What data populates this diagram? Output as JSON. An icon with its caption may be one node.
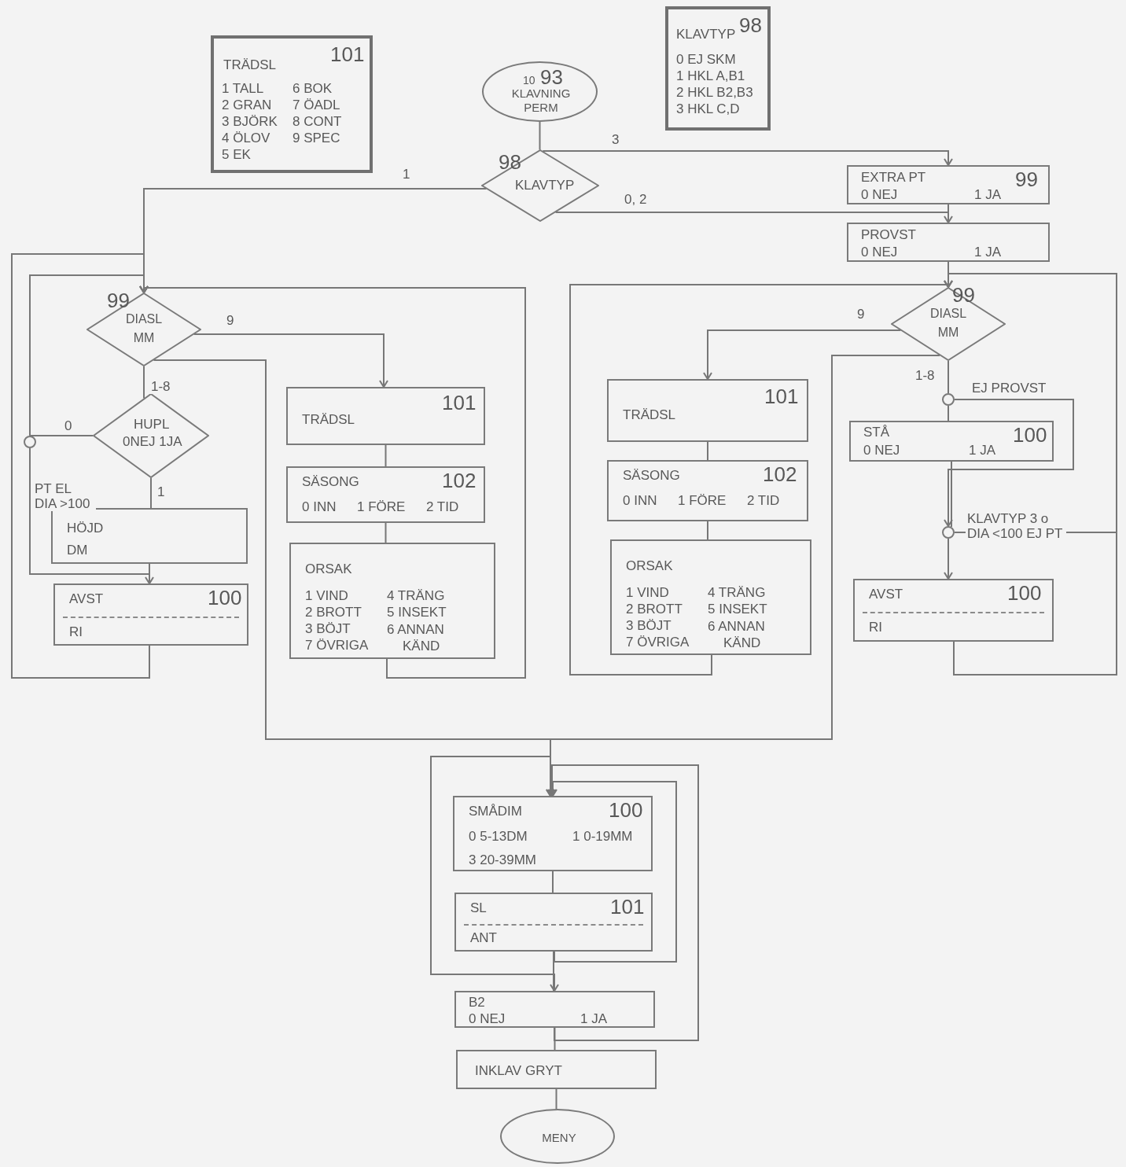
{
  "diagram": {
    "nodes": [
      {
        "text": [
          "TRÄDSL",
          "101",
          "1 TALL",
          "2 GRAN",
          "3 BJÖRK",
          "4 ÖLOV",
          "5 EK",
          "6 BOK",
          "7 ÖADL",
          "8 CONT",
          "9 SPEC"
        ]
      },
      {
        "text": [
          "KLAVTYP",
          "98",
          "0 EJ SKM",
          "1 HKL A,B1",
          "2 HKL B2,B3",
          "3 HKL C,D"
        ]
      },
      {
        "text": [
          "10",
          "93",
          "KLAVNING PERM"
        ]
      },
      {
        "text": [
          "98",
          "KLAVTYP"
        ]
      },
      {
        "text": [
          "EXTRA PT",
          "99",
          "0 NEJ",
          "1 JA"
        ]
      },
      {
        "text": [
          "PROVST",
          "0 NEJ",
          "1 JA"
        ]
      },
      {
        "text": [
          "99",
          "DIASL MM"
        ]
      },
      {
        "text": [
          "HUPL",
          "0NEJ 1JA"
        ]
      },
      {
        "text": [],
        "shape": "circle"
      },
      {
        "text": [
          "HÖJD",
          "DM"
        ]
      },
      {
        "text": [
          "AVST",
          "100",
          "RI"
        ]
      },
      {
        "text": [
          "TRÄDSL",
          "101"
        ]
      },
      {
        "text": [
          "SÄSONG",
          "102",
          "0 INN",
          "1 FÖRE",
          "2 TID"
        ]
      },
      {
        "text": [
          "ORSAK",
          "1 VIND",
          "2 BROTT",
          "3 BÖJT",
          "7 ÖVRIGA",
          "4 TRÄNG",
          "5 INSEKT",
          "6 ANNAN KÄND"
        ]
      },
      {
        "text": [
          "99",
          "DIASL MM"
        ]
      },
      {
        "text": [
          "TRÄDSL",
          "101"
        ]
      },
      {
        "text": [
          "SÄSONG",
          "102",
          "0 INN",
          "1 FÖRE",
          "2 TID"
        ]
      },
      {
        "text": [
          "ORSAK",
          "1 VIND",
          "2 BROTT",
          "3 BÖJT",
          "7 ÖVRIGA",
          "4 TRÄNG",
          "5 INSEKT",
          "6 ANNAN KÄND"
        ]
      },
      {
        "text": [],
        "shape": "circle"
      },
      {
        "text": [
          "STÅ",
          "100",
          "0 NEJ",
          "1 JA"
        ]
      },
      {
        "text": [],
        "shape": "circle"
      },
      {
        "text": [
          "AVST",
          "100",
          "RI"
        ]
      },
      {
        "text": [
          "SMÅDIM",
          "100",
          "0 5-13DM",
          "1 0-19MM",
          "3 20-39MM"
        ]
      },
      {
        "text": [
          "SL",
          "101",
          "ANT"
        ]
      },
      {
        "text": [
          "B2",
          "0 NEJ",
          "1 JA"
        ]
      },
      {
        "text": [
          "INKLAV GRYT"
        ]
      },
      {
        "text": [
          "MENY"
        ]
      }
    ],
    "edges": [
      {
        "from": 2,
        "to": 3,
        "arrow": "none"
      },
      {
        "from": 3,
        "to": 6,
        "arrow": "to",
        "label": "1"
      },
      {
        "from": 3,
        "to": 4,
        "arrow": "to",
        "label": "3"
      },
      {
        "from": 3,
        "to": 5,
        "arrow": "to",
        "label": "0, 2"
      },
      {
        "from": 4,
        "to": 5,
        "arrow": "none"
      },
      {
        "from": 5,
        "to": 14,
        "arrow": "none"
      },
      {
        "from": 6,
        "to": 7,
        "arrow": "none",
        "label": "1-8"
      },
      {
        "from": 7,
        "to": 8,
        "arrow": "none",
        "label": "0"
      },
      {
        "from": 8,
        "to": 10,
        "arrow": "to",
        "label": "PT EL DIA >100"
      },
      {
        "from": 8,
        "to": 6,
        "arrow": "to"
      },
      {
        "from": 7,
        "to": 9,
        "arrow": "none",
        "label": "1"
      },
      {
        "from": 9,
        "to": 10,
        "arrow": "none"
      },
      {
        "from": 10,
        "to": 6,
        "arrow": "to"
      },
      {
        "from": 6,
        "to": 11,
        "arrow": "to",
        "label": "9"
      },
      {
        "from": 11,
        "to": 12,
        "arrow": "none"
      },
      {
        "from": 12,
        "to": 13,
        "arrow": "none"
      },
      {
        "from": 13,
        "to": 6,
        "arrow": "to"
      },
      {
        "from": 6,
        "to": 22,
        "arrow": "to"
      },
      {
        "from": 14,
        "to": 15,
        "arrow": "to",
        "label": "9"
      },
      {
        "from": 15,
        "to": 16,
        "arrow": "none"
      },
      {
        "from": 16,
        "to": 17,
        "arrow": "none"
      },
      {
        "from": 17,
        "to": 14,
        "arrow": "to"
      },
      {
        "from": 14,
        "to": 22,
        "arrow": "to"
      },
      {
        "from": 14,
        "to": 18,
        "arrow": "none",
        "label": "1-8"
      },
      {
        "from": 18,
        "to": 19,
        "arrow": "none"
      },
      {
        "from": 18,
        "to": 20,
        "arrow": "to",
        "label": "EJ PROVST"
      },
      {
        "from": 19,
        "to": 20,
        "arrow": "none"
      },
      {
        "from": 20,
        "to": 21,
        "arrow": "to"
      },
      {
        "from": 20,
        "to": 14,
        "arrow": "to",
        "label": "KLAVTYP 3 o DIA <100 EJ PT"
      },
      {
        "from": 21,
        "to": 14,
        "arrow": "to"
      },
      {
        "from": 22,
        "to": 23,
        "arrow": "none"
      },
      {
        "from": 23,
        "to": 22,
        "arrow": "to"
      },
      {
        "from": 24,
        "to": 22,
        "arrow": "to"
      },
      {
        "from": null,
        "to": 24,
        "arrow": "to"
      },
      {
        "from": 23,
        "to": 24,
        "arrow": "none"
      },
      {
        "from": 24,
        "to": 25,
        "arrow": "none"
      },
      {
        "from": 25,
        "to": 26,
        "arrow": "none"
      }
    ]
  }
}
